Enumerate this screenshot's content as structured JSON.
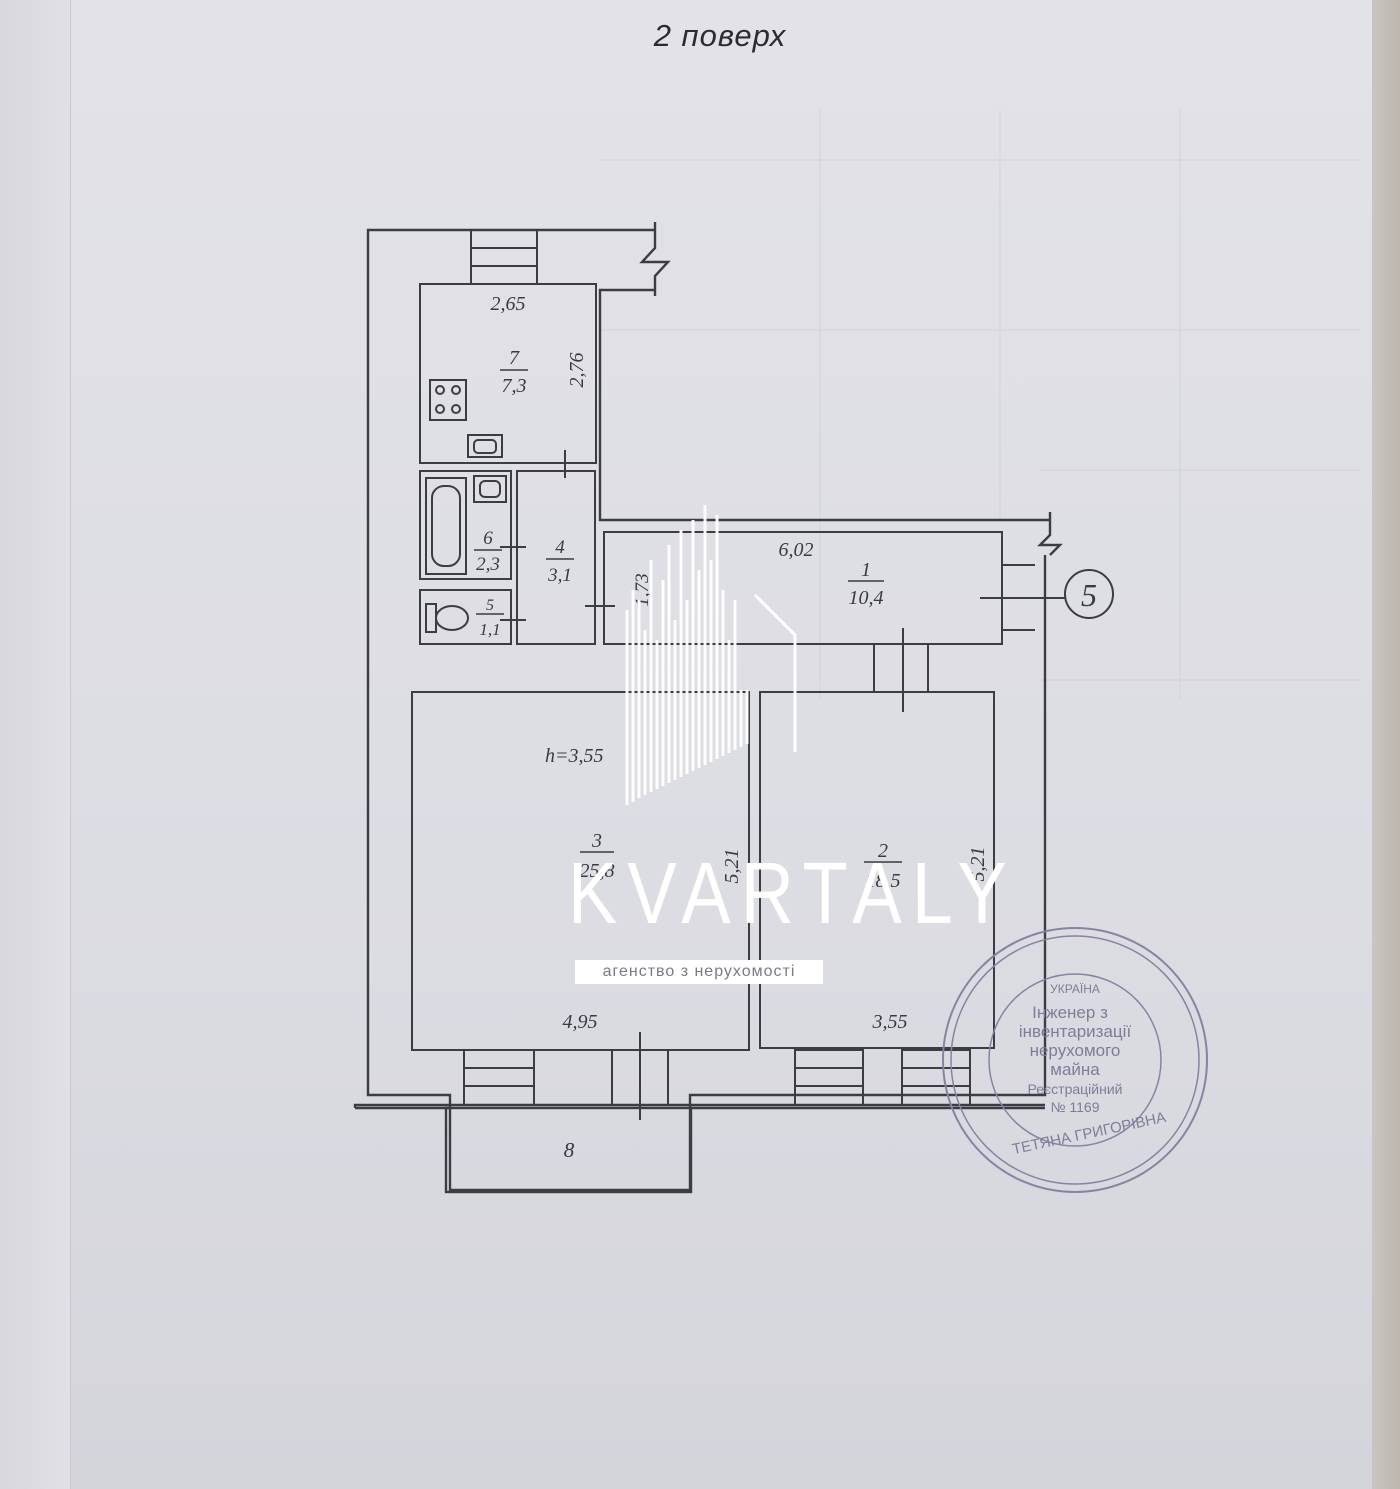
{
  "floor_title": "2  поверх",
  "ceiling_height": "h=3,55",
  "rooms": [
    {
      "number": "1",
      "area": "10,4"
    },
    {
      "number": "2",
      "area": "18,5"
    },
    {
      "number": "3",
      "area": "25,8"
    },
    {
      "number": "4",
      "area": "3,1"
    },
    {
      "number": "5",
      "area": "1,1"
    },
    {
      "number": "6",
      "area": "2,3"
    },
    {
      "number": "7",
      "area": "7,3"
    },
    {
      "number": "8",
      "area": ""
    }
  ],
  "dimensions": {
    "kitchen_width": "2,65",
    "kitchen_depth": "2,76",
    "corridor_length": "6,02",
    "corridor_depth": "1,73",
    "room3_width": "4,95",
    "room3_depth": "5,21",
    "room2_width": "3,55",
    "room2_depth": "5,21"
  },
  "entrance_marker": "5",
  "watermark": {
    "brand": "KVARTALY",
    "tagline": "агенство з нерухомості"
  },
  "stamp": {
    "lines": [
      "УКРАЇНА",
      "Інженер з",
      "інвентаризації",
      "нерухомого",
      "майна",
      "Реєстраційний",
      "№ 1169"
    ],
    "ring_text": "ТЕТЯНА ГРИГОРІВНА"
  },
  "colors": {
    "line": "#3c3c44",
    "stamp": "#8584a3",
    "paper": "#dedee5"
  }
}
